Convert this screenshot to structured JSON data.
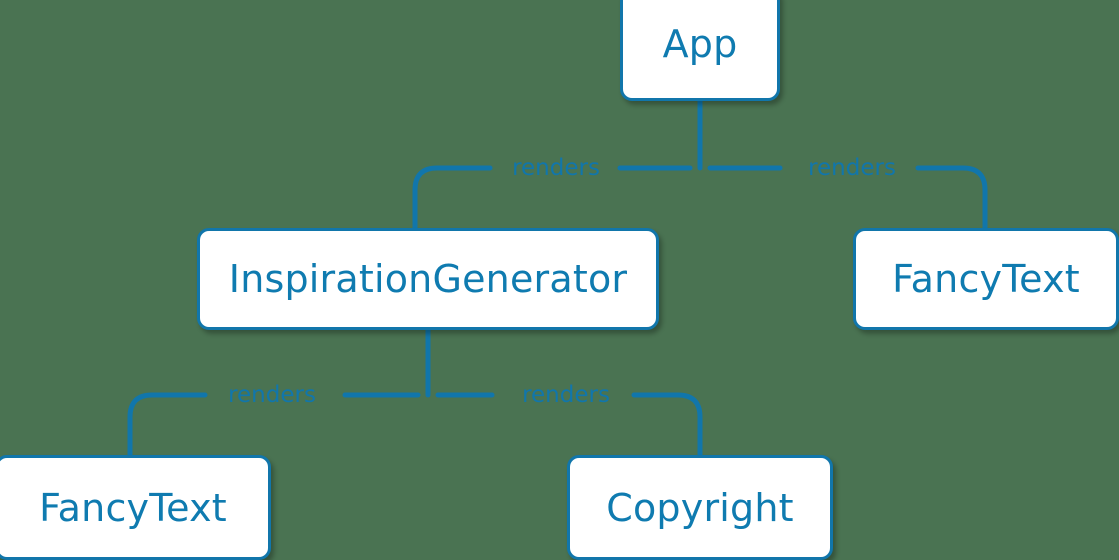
{
  "diagram": {
    "type": "component-tree",
    "background_color": "#4a7352",
    "node_fill_color": "#ffffff",
    "node_border_color": "#1176ab",
    "node_text_color": "#0f7bb0",
    "edge_color": "#1176ab",
    "edge_label_color": "#1176ab",
    "nodes": [
      {
        "id": "app",
        "label": "App"
      },
      {
        "id": "inspiration_generator",
        "label": "InspirationGenerator"
      },
      {
        "id": "fancy_text_right",
        "label": "FancyText"
      },
      {
        "id": "fancy_text_bottom",
        "label": "FancyText"
      },
      {
        "id": "copyright",
        "label": "Copyright"
      }
    ],
    "edges": [
      {
        "from": "app",
        "to": "inspiration_generator",
        "label": "renders"
      },
      {
        "from": "app",
        "to": "fancy_text_right",
        "label": "renders"
      },
      {
        "from": "inspiration_generator",
        "to": "fancy_text_bottom",
        "label": "renders"
      },
      {
        "from": "inspiration_generator",
        "to": "copyright",
        "label": "renders"
      }
    ],
    "edge_labels": {
      "app_to_inspiration": "renders",
      "app_to_fancytext": "renders",
      "inspiration_to_fancytext": "renders",
      "inspiration_to_copyright": "renders"
    }
  }
}
